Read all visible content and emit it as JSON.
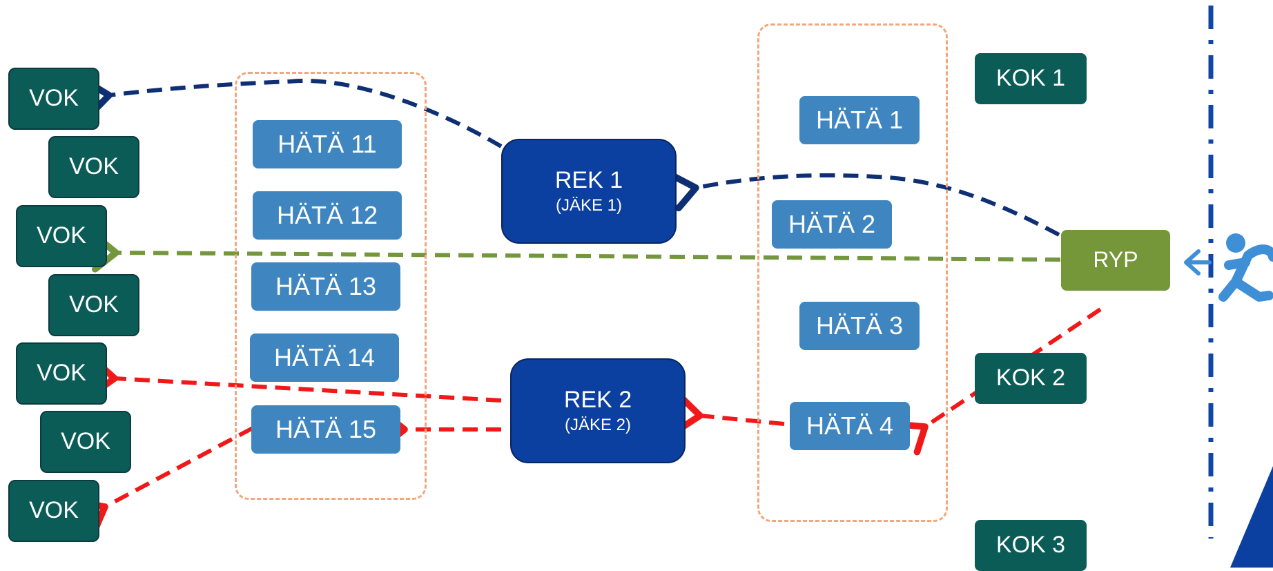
{
  "vok_label": "VOK",
  "hata_left": [
    "HÄTÄ 11",
    "HÄTÄ 12",
    "HÄTÄ 13",
    "HÄTÄ 14",
    "HÄTÄ 15"
  ],
  "hata_right": [
    "HÄTÄ 1",
    "HÄTÄ 2",
    "HÄTÄ 3",
    "HÄTÄ 4"
  ],
  "rek1": {
    "title": "REK 1",
    "sub": "(JÄKE 1)"
  },
  "rek2": {
    "title": "REK 2",
    "sub": "(JÄKE 2)"
  },
  "kok": [
    "KOK 1",
    "KOK 2",
    "KOK 3"
  ],
  "ryp": "RYP",
  "colors": {
    "node_teal": "#0b5c57",
    "hata_blue": "#3f86c0",
    "rek_blue": "#0b3fa0",
    "ryp_green": "#76963a",
    "arrow_navy": "#0e2f73",
    "arrow_green": "#74963d",
    "arrow_red": "#f01818",
    "group_border": "#f4a57c",
    "divider": "#1046a8"
  },
  "icons": [
    "person-running-icon",
    "left-arrow-icon"
  ]
}
